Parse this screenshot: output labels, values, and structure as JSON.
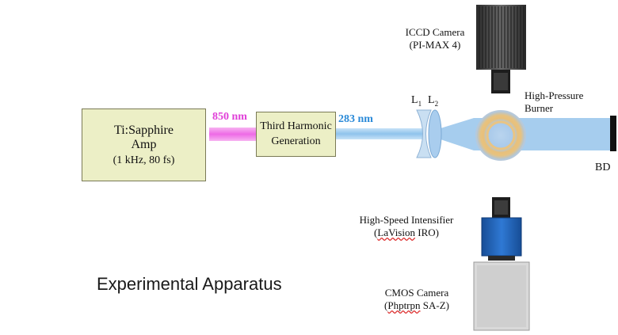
{
  "title": "Experimental Apparatus",
  "laser": {
    "line1": "Ti:Sapphire",
    "line2": "Amp",
    "line3": "(1 kHz, 80 fs)"
  },
  "thg": {
    "line1": "Third Harmonic",
    "line2": "Generation"
  },
  "beams": {
    "fundamental": "850 nm",
    "uv": "283 nm"
  },
  "lenses": {
    "l1_main": "L",
    "l1_sub": "1",
    "l2_main": "L",
    "l2_sub": "2"
  },
  "burner": {
    "line1": "High-Pressure",
    "line2": "Burner"
  },
  "beam_dump": "BD",
  "iccd": {
    "line1": "ICCD Camera",
    "line2": "(PI-MAX 4)"
  },
  "intensifier": {
    "line1": "High-Speed Intensifier",
    "line2_prefix": "(",
    "line2_underlined": "LaVision",
    "line2_suffix": " IRO)"
  },
  "cmos": {
    "line1": "CMOS Camera",
    "line2_prefix": "(",
    "line2_underlined": "Phptrpn",
    "line2_suffix": " SA-Z)"
  },
  "colors": {
    "box_fill": "#ecefc6",
    "beam_850": "#ee6ae6",
    "beam_283": "#9cc9ee",
    "label_850": "#e040d8",
    "label_283": "#2a8ad8",
    "intensifier_blue": "#1e5fb4",
    "cmos_gray": "#d6d6d6",
    "burner_ring": "#e8c07a"
  }
}
